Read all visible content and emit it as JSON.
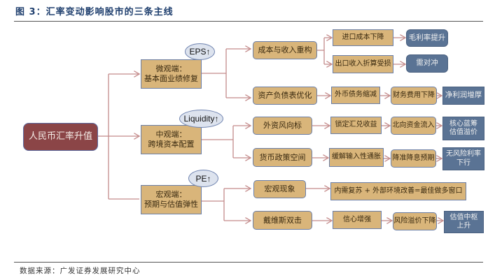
{
  "title": "图 3：汇率变动影响股市的三条主线",
  "source": "数据来源：广发证券发展研究中心",
  "colors": {
    "tan": "#d9b57a",
    "blue": "#5a7394",
    "root": "#8b4547",
    "line": "#c48b8b"
  },
  "root": "人民币汇率升值",
  "branches": [
    {
      "label": "微观端：\n基本面业绩修复",
      "badge": "EPS↑"
    },
    {
      "label": "中观端：\n跨境资本配置",
      "badge": "Liquidity↑"
    },
    {
      "label": "宏观端：\n预期与估值弹性",
      "badge": "PE↑"
    }
  ],
  "nodes": {
    "cost_income": "成本与收入重构",
    "import_cost": "进口成本下降",
    "export_income": "出口收入折算受损",
    "gross_margin": "毛利率提升",
    "hedge": "需对冲",
    "balance_sheet": "资产负债表优化",
    "fx_debt": "外币债务缩减",
    "fin_cost": "财务费用下降",
    "net_margin": "净利润增厚",
    "foreign_vane": "外资风向标",
    "lock_fx": "锁定汇兑收益",
    "northbound": "北向资金流入",
    "core_blue": "核心蓝筹\n估值溢价",
    "monetary": "货币政策空间",
    "ease_inflation": "缓解输入性通胀",
    "rate_cut": "降准降息预期",
    "riskfree": "无风险利率\n下行",
    "macro": "宏观现象",
    "window": "内需复苏 + 外部环境改善=最佳做多窗口",
    "davis": "戴维斯双击",
    "confidence": "信心增强",
    "risk_premium": "风险溢价下降",
    "valuation": "估值中枢\n上升"
  }
}
